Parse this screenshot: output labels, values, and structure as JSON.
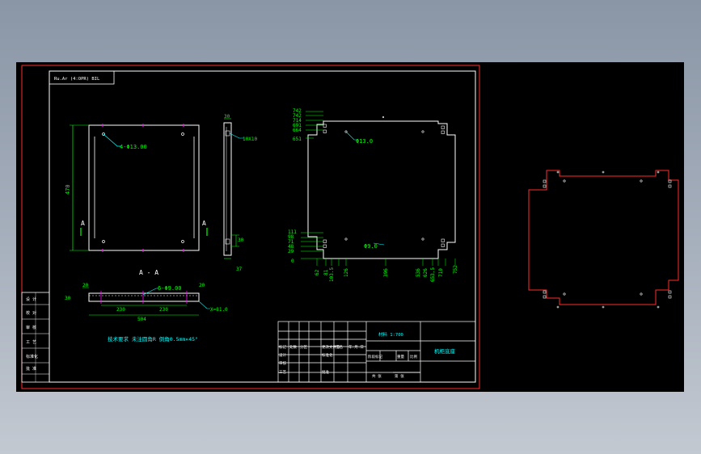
{
  "colors": {
    "frame": "#ff2a2a",
    "border": "#ffffff",
    "part": "#ffffff",
    "dim": "#00ff00",
    "leader": "#00ffff",
    "center": "#ff00ff",
    "note": "#00ffff",
    "title_text": "#00ffff"
  },
  "top_left_box": {
    "text": "Ru.Ar (4:OPR) BIL"
  },
  "front_view": {
    "hole_label": "4-Φ13.00",
    "height_dim": "470",
    "section_mark_left": "A",
    "section_mark_right": "A"
  },
  "side_view": {
    "top_dim": "30",
    "hole_label": "10X10",
    "dim_a": "30",
    "dim_b": "37"
  },
  "section": {
    "label": "A - A",
    "dim_left": "20",
    "dim_right": "20",
    "hole_label": "6-Φ9.00",
    "dim_230_left": "230",
    "dim_230_right": "230",
    "dim_total": "504",
    "dim_thick": "30",
    "dim_side": "X=81.0"
  },
  "plan_view": {
    "dims_left_top": [
      "742",
      "742",
      "714",
      "691",
      "664",
      "651"
    ],
    "hole_top": "Φ13.0",
    "dims_left_bottom": [
      "111",
      "98",
      "71",
      "48",
      "29",
      "0"
    ],
    "dims_bottom": [
      "62",
      "81",
      "103.5",
      "126",
      "396",
      "536",
      "626",
      "653.5",
      "710",
      "752"
    ],
    "hole_bottom": "Φ9.0"
  },
  "note": {
    "text": "技术要求  未注圆角R 倒角0.5mm×45°"
  },
  "revision_block": {
    "rows": [
      "设 计",
      "校 对",
      "审 核",
      "工 艺",
      "标准化",
      "批 准"
    ]
  },
  "title_block": {
    "material": "材料   1:700",
    "part_name": "机柜底座",
    "labels": [
      "标记",
      "处数",
      "分区",
      "更改文件号",
      "签名",
      "年.月.日",
      "设计",
      "标准化",
      "审核",
      "工艺",
      "批准"
    ],
    "scale_cells": [
      "阶段标记",
      "重量",
      "比例"
    ],
    "sheet_cells": [
      "共 张",
      "第 张"
    ]
  }
}
